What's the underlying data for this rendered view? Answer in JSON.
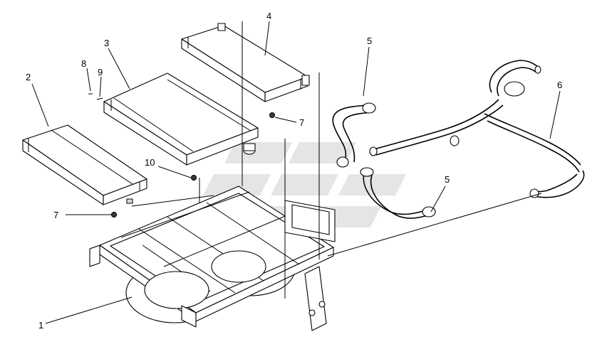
{
  "callouts": {
    "c1": "1",
    "c2": "2",
    "c3": "3",
    "c4": "4",
    "c5a": "5",
    "c5b": "5",
    "c6": "6",
    "c7a": "7",
    "c7b": "7",
    "c8": "8",
    "c9": "9",
    "c10": "10"
  },
  "colors": {
    "line": "#000000",
    "background": "#ffffff",
    "watermark": "#cfcfcf"
  }
}
